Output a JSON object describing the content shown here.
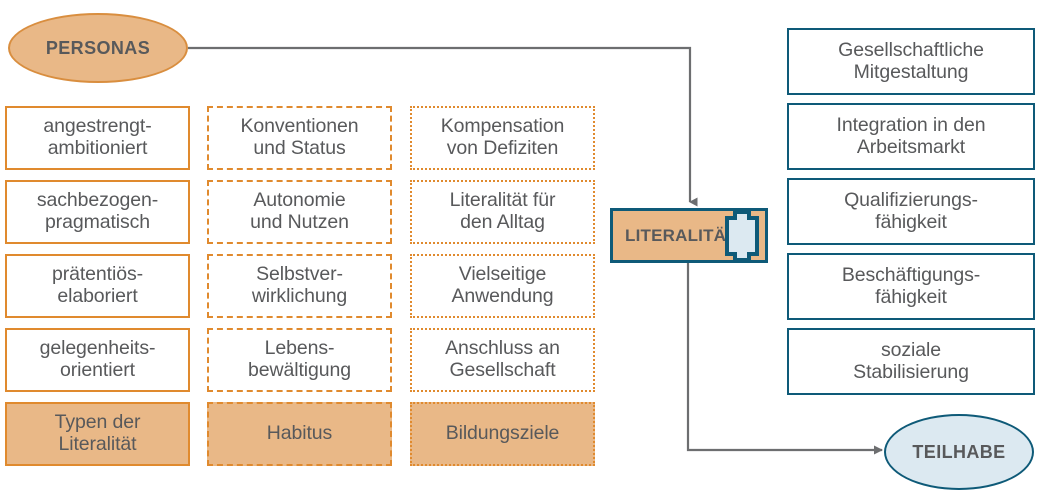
{
  "diagram": {
    "title_node": {
      "label": "PERSONAS"
    },
    "center_node": {
      "label": "LITERALITÄT",
      "icon": "book-icon"
    },
    "outcome_node": {
      "label": "TEILHABE"
    },
    "columns": [
      {
        "id": "typen-der-literalitaet",
        "border_style": "solid",
        "items": [
          "angestrengt-\nambitioniert",
          "sachbezogen-\npragmatisch",
          "prätentiös-\nelaboriert",
          "gelegenheits-\norientiert"
        ],
        "summary": "Typen der\nLiteralität"
      },
      {
        "id": "habitus",
        "border_style": "dashed",
        "items": [
          "Konventionen\nund Status",
          "Autonomie\nund Nutzen",
          "Selbstver-\nwirklichung",
          "Lebens-\nbewältigung"
        ],
        "summary": "Habitus"
      },
      {
        "id": "bildungsziele",
        "border_style": "dotted",
        "items": [
          "Kompensation\nvon Defiziten",
          "Literalität für\nden Alltag",
          "Vielseitige\nAnwendung",
          "Anschluss an\nGesellschaft"
        ],
        "summary": "Bildungsziele"
      }
    ],
    "outcomes": [
      "Gesellschaftliche\nMitgestaltung",
      "Integration in den\nArbeitsmarkt",
      "Qualifizierungs-\nfähigkeit",
      "Beschäftigungs-\nfähigkeit",
      "soziale\nStabilisierung"
    ],
    "colors": {
      "orange_fill": "#E9B887",
      "orange_border": "#E08A2E",
      "teal_border": "#0E5A78",
      "blue_fill": "#DCE9F1",
      "text": "#58595b",
      "connector": "#6d6e70"
    }
  }
}
